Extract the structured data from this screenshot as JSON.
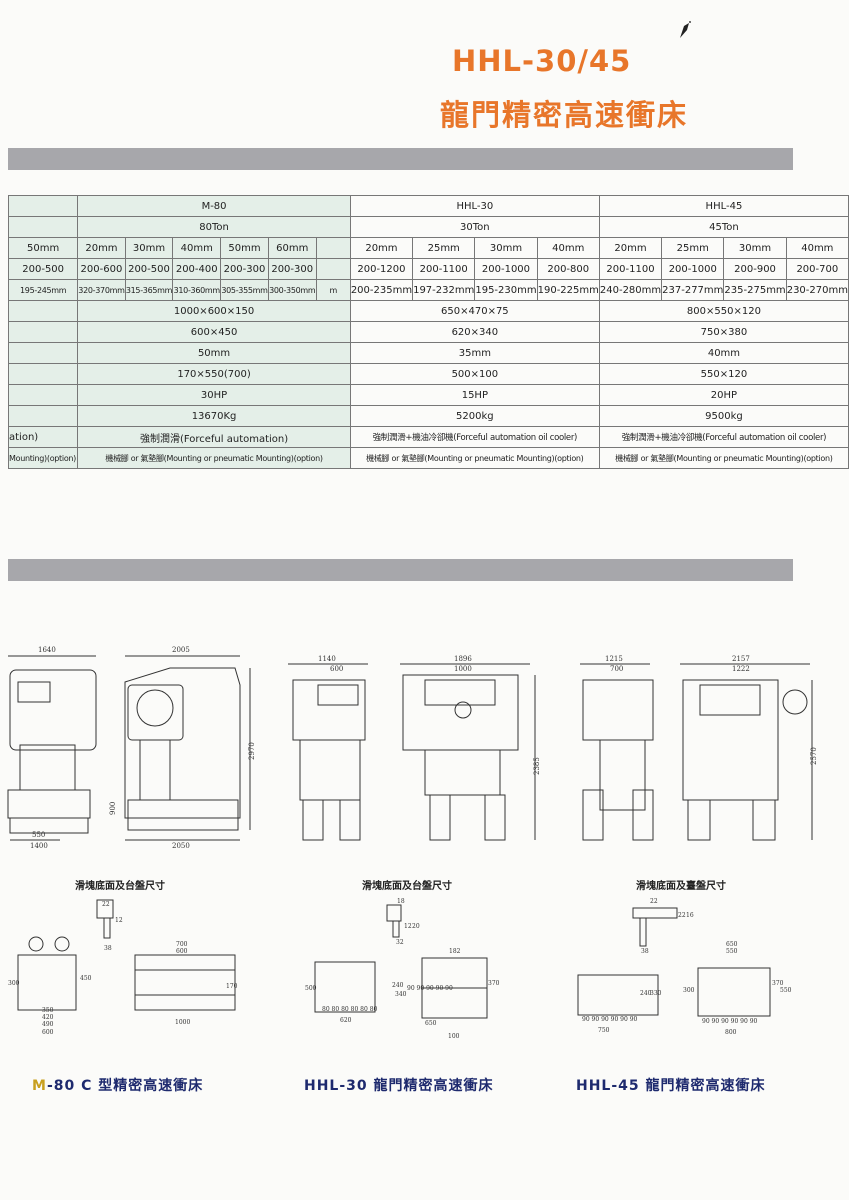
{
  "header": {
    "model_title": "HHL-30/45",
    "product_title": "龍門精密高速衝床"
  },
  "spec_table": {
    "models": [
      {
        "name": "M-80",
        "capacity": "80Ton"
      },
      {
        "name": "HHL-30",
        "capacity": "30Ton"
      },
      {
        "name": "HHL-45",
        "capacity": "45Ton"
      }
    ],
    "strokes": {
      "m80": [
        "50mm",
        "20mm",
        "30mm",
        "40mm",
        "50mm",
        "60mm"
      ],
      "hhl30": [
        "20mm",
        "25mm",
        "30mm",
        "40mm"
      ],
      "hhl45": [
        "20mm",
        "25mm",
        "30mm",
        "40mm"
      ]
    },
    "spm": {
      "m80": [
        "200-500",
        "200-600",
        "200-500",
        "200-400",
        "200-300",
        "200-300"
      ],
      "hhl30": [
        "200-1200",
        "200-1100",
        "200-1000",
        "200-800"
      ],
      "hhl45": [
        "200-1100",
        "200-1000",
        "200-900",
        "200-700"
      ]
    },
    "die_height": {
      "lead": "m",
      "m80": [
        "195-245mm",
        "320-370mm",
        "315-365mm",
        "310-360mm",
        "305-355mm",
        "300-350mm"
      ],
      "hhl30": [
        "200-235mm",
        "197-232mm",
        "195-230mm",
        "190-225mm"
      ],
      "hhl45": [
        "240-280mm",
        "237-277mm",
        "235-275mm",
        "230-270mm"
      ]
    },
    "single_rows": [
      {
        "m80": "1000×600×150",
        "hhl30": "650×470×75",
        "hhl45": "800×550×120"
      },
      {
        "m80": "600×450",
        "hhl30": "620×340",
        "hhl45": "750×380"
      },
      {
        "m80": "50mm",
        "hhl30": "35mm",
        "hhl45": "40mm"
      },
      {
        "m80": "170×550(700)",
        "hhl30": "500×100",
        "hhl45": "550×120"
      },
      {
        "m80": "30HP",
        "hhl30": "15HP",
        "hhl45": "20HP"
      },
      {
        "m80": "13670Kg",
        "hhl30": "5200kg",
        "hhl45": "9500kg"
      }
    ],
    "lubrication": {
      "lead": "ation)",
      "m80": "強制潤滑(Forceful automation)",
      "hhl30": "強制潤滑+機油冷卻機(Forceful automation oil cooler)",
      "hhl45": "強制潤滑+機油冷卻機(Forceful automation oil cooler)"
    },
    "mounting": {
      "lead": "Mounting)(option)",
      "m80": "機械腳 or 氣墊腳(Mounting or pneumatic Mounting)(option)",
      "hhl30": "機械腳 or 氣墊腳(Mounting or pneumatic Mounting)(option)",
      "hhl45": "機械腳 or 氣墊腳(Mounting or pneumatic Mounting)(option)"
    }
  },
  "drawings": {
    "m80": {
      "dims": [
        "1640",
        "2005",
        "2970",
        "900",
        "550",
        "1400",
        "2050"
      ],
      "caption": "滑塊底面及台盤尺寸",
      "sub_dims": [
        "22",
        "12",
        "38",
        "700",
        "600",
        "300",
        "450",
        "350",
        "420",
        "490",
        "600",
        "170",
        "1000"
      ]
    },
    "hhl30": {
      "dims": [
        "1140",
        "600",
        "1896",
        "1000",
        "2385"
      ],
      "caption": "滑塊底面及台盤尺寸",
      "sub_dims": [
        "18",
        "12",
        "20",
        "32",
        "500",
        "240",
        "340",
        "80|80|80|80|80|80",
        "620",
        "182",
        "90|90|90|90|90",
        "650",
        "100",
        "370"
      ]
    },
    "hhl45": {
      "dims": [
        "1215",
        "700",
        "2157",
        "1222",
        "2570"
      ],
      "caption": "滑塊底面及臺盤尺寸",
      "sub_dims": [
        "22",
        "22",
        "16",
        "38",
        "650",
        "550",
        "240",
        "330",
        "90|90|90|90|90|90",
        "750",
        "300",
        "90|90|90|90|90|90",
        "800",
        "370",
        "550"
      ]
    }
  },
  "footer": {
    "m80_prefix": "M",
    "m80_label": "-80 C 型精密高速衝床",
    "hhl30_label": "HHL-30 龍門精密高速衝床",
    "hhl45_label": "HHL-45 龍門精密高速衝床"
  },
  "colors": {
    "accent": "#e8762a",
    "navy": "#1e2a6e",
    "band": "#a7a7ab",
    "cell_green": "#e4efe8"
  }
}
